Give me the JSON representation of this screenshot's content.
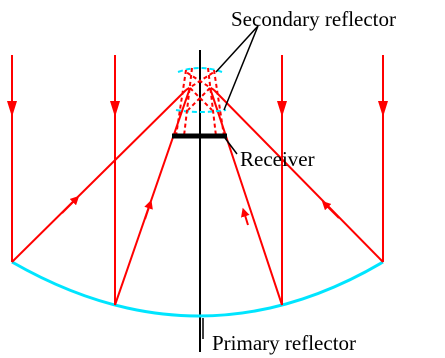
{
  "labels": {
    "secondary_reflector": "Secondary reflector",
    "receiver": "Receiver",
    "primary_reflector": "Primary reflector"
  },
  "colors": {
    "ray": "#ff0000",
    "mirror": "#00e5ff",
    "axis": "#000000",
    "receiver": "#000000",
    "background": "#ffffff"
  }
}
